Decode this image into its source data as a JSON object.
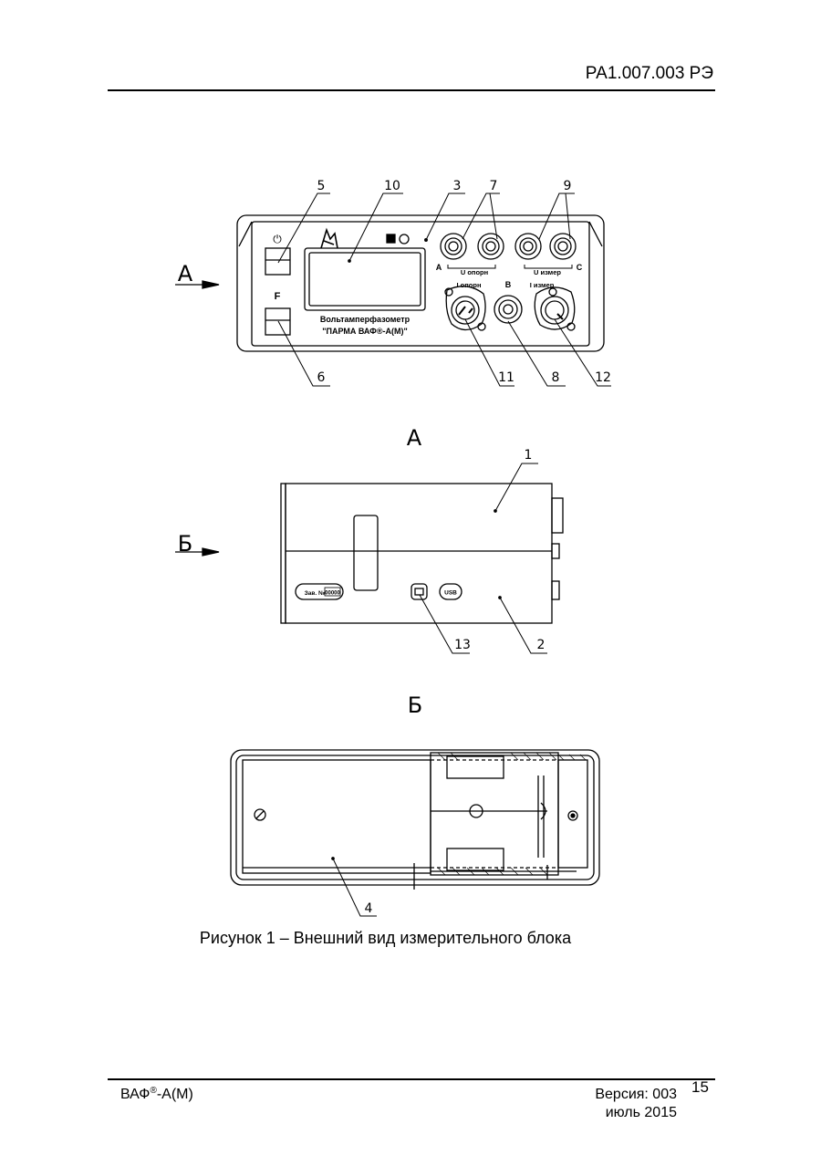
{
  "header": {
    "doc_code": "РА1.007.003 РЭ"
  },
  "figure": {
    "caption": "Рисунок 1 – Внешний вид измерительного блока",
    "view_labels": {
      "view_a": "А",
      "view_b": "Б"
    },
    "front_panel": {
      "power_symbol": "⏻",
      "function_key": "F",
      "device_name_line1": "Вольтамперфазометр",
      "device_name_line2": "\"ПАРМА ВАФ®-А(М)\"",
      "phase_a": "А",
      "phase_b": "B",
      "phase_c": "С",
      "u_ref": "U опорн",
      "u_meas": "U измер",
      "i_ref": "I опорн",
      "i_meas": "I измер"
    },
    "side_panel": {
      "serial_label": "Зав. №",
      "serial_number": "00000",
      "usb_label": "USB"
    },
    "callouts": {
      "c1": "1",
      "c2": "2",
      "c3": "3",
      "c4": "4",
      "c5": "5",
      "c6": "6",
      "c7": "7",
      "c8": "8",
      "c9": "9",
      "c10": "10",
      "c11": "11",
      "c12": "12",
      "c13": "13"
    }
  },
  "footer": {
    "product": "ВАФ",
    "product_reg": "®",
    "product_suffix": "-А(М)",
    "version": "Версия: 003",
    "date": "июль 2015",
    "page_number": "15"
  }
}
